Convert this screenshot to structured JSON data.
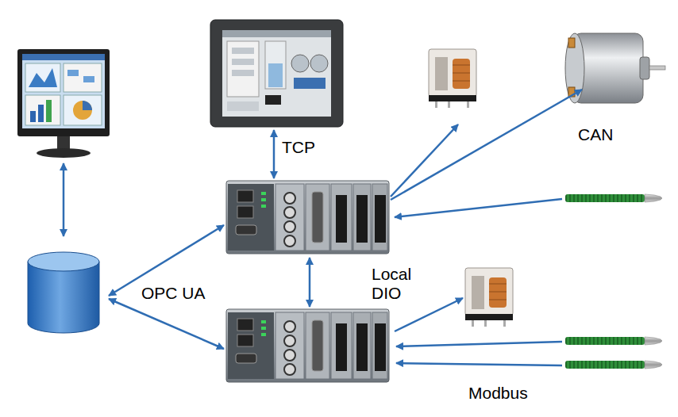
{
  "diagram": {
    "labels": [
      "CAN",
      "TCP",
      "Local DIO",
      "OPC UA",
      "Modbus"
    ]
  }
}
